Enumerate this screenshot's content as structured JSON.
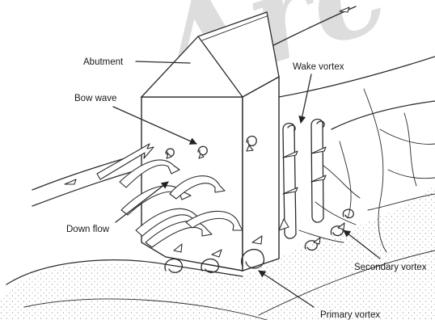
{
  "watermark": "Arc",
  "labels": {
    "abutment": "Abutment",
    "bow_wave": "Bow wave",
    "wake_vortex": "Wake vortex",
    "down_flow": "Down flow",
    "secondary_vortex": "Secondary vortex",
    "primary_vortex": "Primary vortex"
  }
}
